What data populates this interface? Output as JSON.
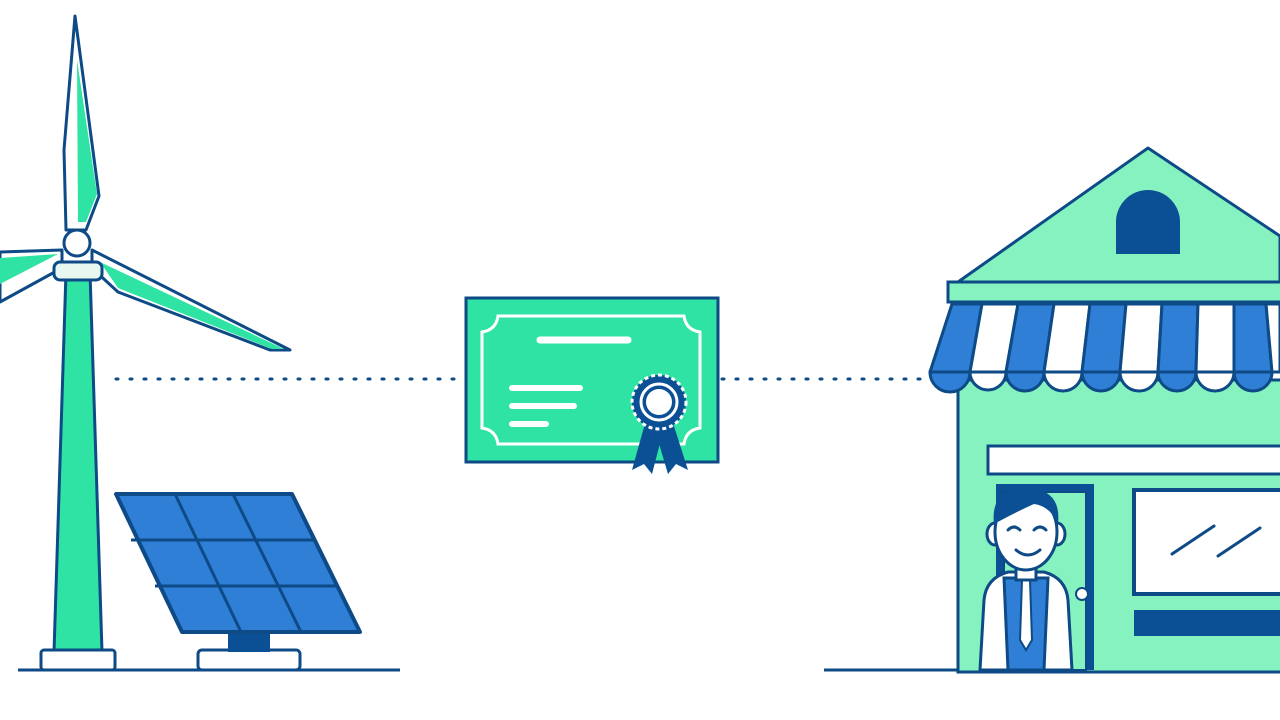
{
  "scene": {
    "title": "",
    "elements": {
      "wind_turbine": "wind-turbine",
      "solar_panel": "solar-panel",
      "certificate": "certificate-with-ribbon-seal",
      "storefront": "shop-with-striped-awning",
      "shopkeeper": "shopkeeper-person"
    }
  },
  "colors": {
    "outline": "#0d4a86",
    "mint": "#86f2c0",
    "green": "#2fe3a4",
    "blue": "#2f7fd6",
    "dark_blue": "#0b4f95",
    "white": "#ffffff"
  }
}
